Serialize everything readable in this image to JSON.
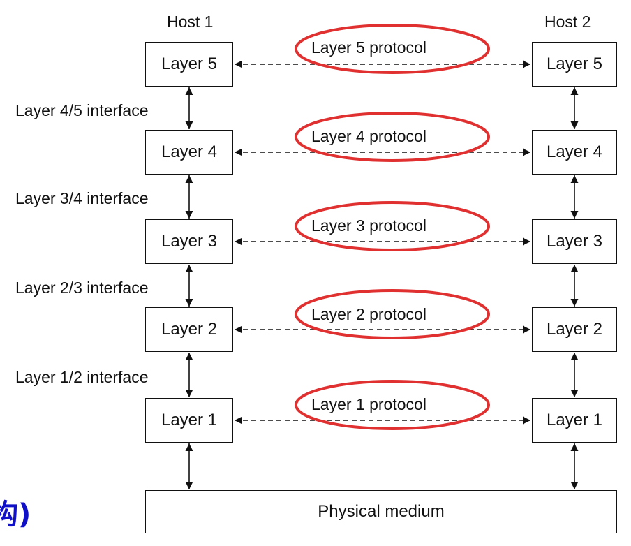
{
  "hosts": {
    "host1": "Host 1",
    "host2": "Host 2"
  },
  "layers": [
    {
      "name": "Layer 5",
      "protocol": "Layer 5 protocol",
      "interface": "Layer 4/5 interface"
    },
    {
      "name": "Layer 4",
      "protocol": "Layer 4 protocol",
      "interface": "Layer 3/4 interface"
    },
    {
      "name": "Layer 3",
      "protocol": "Layer 3 protocol",
      "interface": "Layer 2/3 interface"
    },
    {
      "name": "Layer 2",
      "protocol": "Layer 2 protocol",
      "interface": "Layer 1/2 interface"
    },
    {
      "name": "Layer 1",
      "protocol": "Layer 1 protocol",
      "interface": ""
    }
  ],
  "physical_medium": "Physical medium",
  "fragment_text": "构)",
  "colors": {
    "ellipse": "#e03030",
    "line": "#111111",
    "fragment": "#1010c8"
  }
}
